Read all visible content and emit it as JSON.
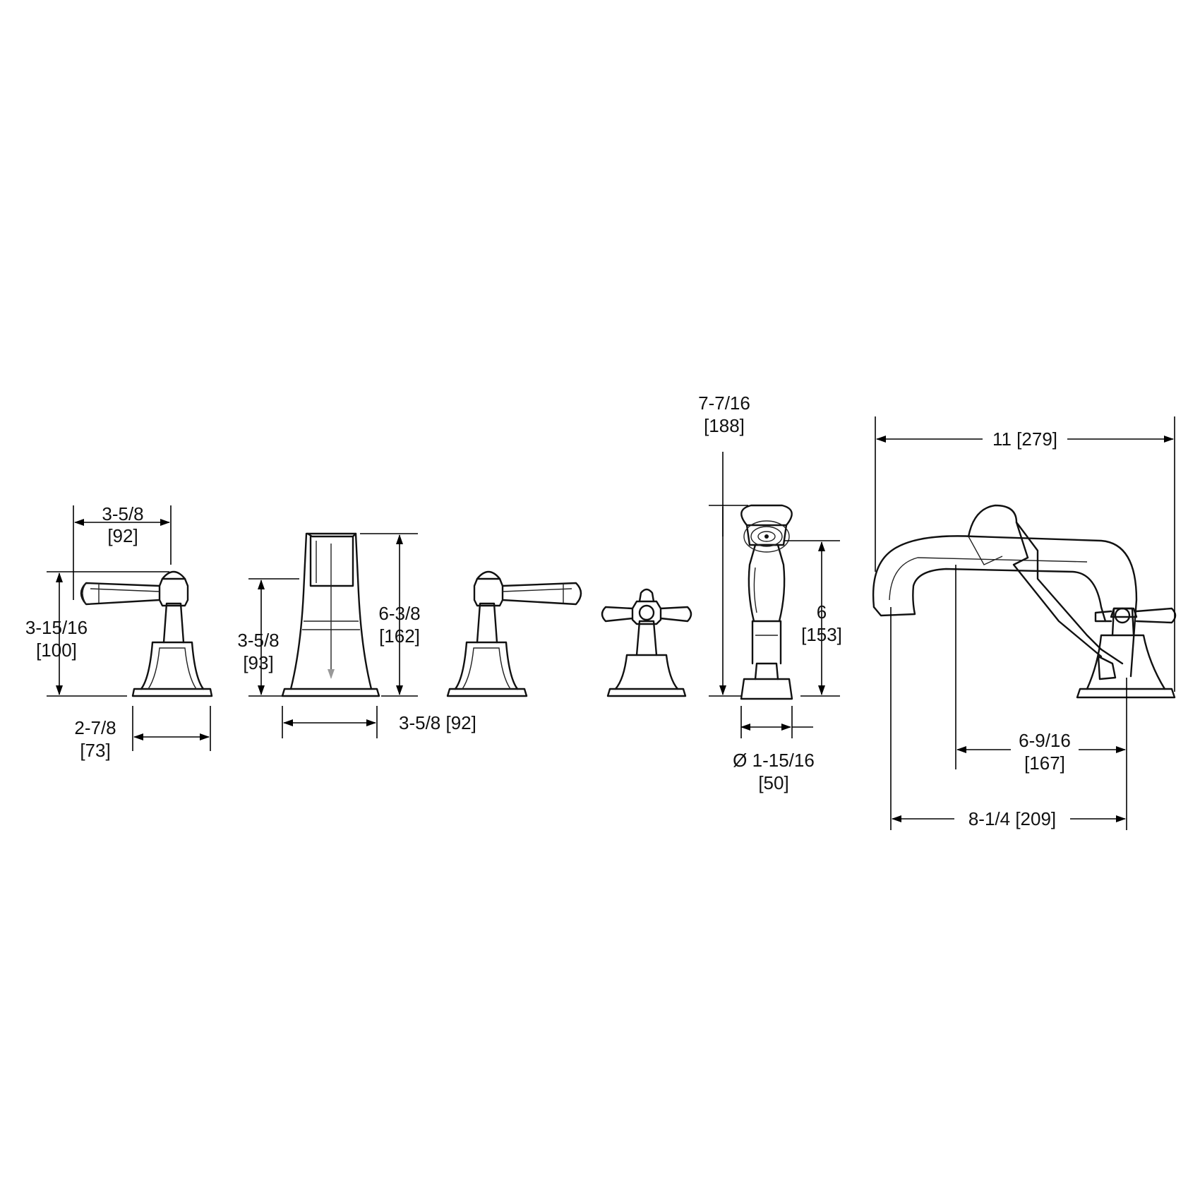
{
  "dimensions": {
    "left_handle_width": {
      "inch": "3-5/8",
      "mm": "[92]"
    },
    "left_handle_height": {
      "inch": "3-15/16",
      "mm": "[100]"
    },
    "left_handle_base": {
      "inch": "2-7/8",
      "mm": "[73]"
    },
    "spout_reach": {
      "inch": "3-5/8",
      "mm": "[93]"
    },
    "spout_height": {
      "inch": "6-3/8",
      "mm": "[162]"
    },
    "spout_base": {
      "label": "3-5/8  [92]"
    },
    "handshower_total": {
      "inch": "7-7/16",
      "mm": "[188]"
    },
    "handshower_height": {
      "inch": "6",
      "mm": "[153]"
    },
    "handshower_diameter": {
      "inch": "Ø 1-15/16",
      "mm": "[50]"
    },
    "assembly_width": {
      "label": "11  [279]"
    },
    "assembly_center": {
      "inch": "6-9/16",
      "mm": "[167]"
    },
    "assembly_spread": {
      "label": "8-1/4  [209]"
    }
  },
  "colors": {
    "line": "#111111",
    "background": "#ffffff"
  }
}
